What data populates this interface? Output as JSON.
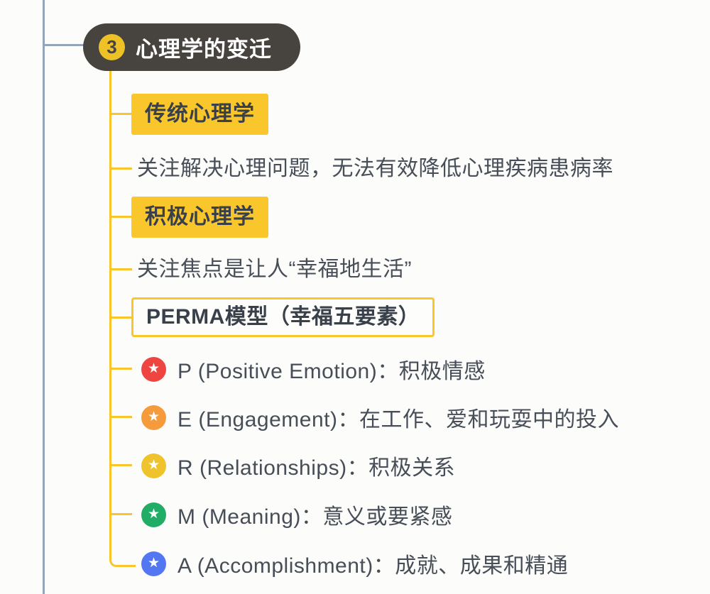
{
  "root": {
    "badge_number": "3",
    "title": "心理学的变迁"
  },
  "nodes": {
    "traditional": {
      "label": "传统心理学"
    },
    "traditional_note": {
      "label": "关注解决心理问题，无法有效降低心理疾病患病率"
    },
    "positive": {
      "label": "积极心理学"
    },
    "positive_note": {
      "label": "关注焦点是让人“幸福地生活”"
    },
    "perma": {
      "label": "PERMA模型（幸福五要素）"
    },
    "perma_items": [
      {
        "letter": "P",
        "label": "P (Positive Emotion)：积极情感",
        "badge_color": "#ee4540"
      },
      {
        "letter": "E",
        "label": "E (Engagement)：在工作、爱和玩耍中的投入",
        "badge_color": "#f59b3c"
      },
      {
        "letter": "R",
        "label": "R (Relationships)：积极关系",
        "badge_color": "#efc32b"
      },
      {
        "letter": "M",
        "label": "M (Meaning)：意义或要紧感",
        "badge_color": "#22ad67"
      },
      {
        "letter": "A",
        "label": "A (Accomplishment)：成就、成果和精通",
        "badge_color": "#5377f2"
      }
    ]
  },
  "icons": {
    "star": "★"
  },
  "colors": {
    "accent_yellow": "#f8c62c",
    "root_pill_bg": "#47433f",
    "root_badge_yellow": "#eec226",
    "connector_gray": "#96a4ba",
    "text_dark": "#474e58",
    "star_red": "#ee4540",
    "star_orange": "#f59b3c",
    "star_yellow": "#efc32b",
    "star_green": "#22ad67",
    "star_blue": "#5377f2"
  }
}
